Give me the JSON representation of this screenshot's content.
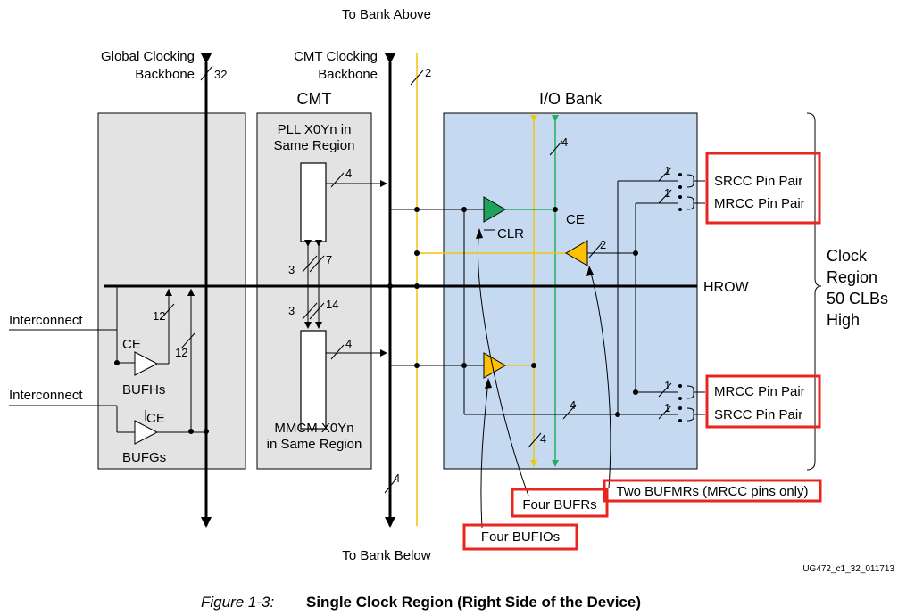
{
  "labels": {
    "to_bank_above": "To Bank Above",
    "to_bank_below": "To Bank Below",
    "global_clocking_line1": "Global Clocking",
    "global_clocking_line2": "Backbone",
    "global_bus_width": "32",
    "cmt_clocking_line1": "CMT Clocking",
    "cmt_clocking_line2": "Backbone",
    "cmt_bus_width": "2",
    "cmt_title": "CMT",
    "io_bank_title": "I/O Bank",
    "pll_line1": "PLL X0Yn in",
    "pll_line2": "Same Region",
    "mmcm_line1": "MMCM X0Yn",
    "mmcm_line2": "in Same Region",
    "pll_out_width": "4",
    "mmcm_out_width": "4",
    "pll_mmcm_down_a": "3",
    "pll_mmcm_down_b": "7",
    "pll_mmcm_up_a": "3",
    "pll_mmcm_up_b": "14",
    "io_top_bus_width": "4",
    "io_bottom_bus_width": "4",
    "io_left_bus_width": "4",
    "cmt_bottom_width": "4",
    "clr_label": "CLR",
    "ce_bufmr_label": "CE",
    "bufmr_width": "2",
    "srcc_pin_pair_top": "SRCC Pin Pair",
    "mrcc_pin_pair_top": "MRCC Pin Pair",
    "mrcc_pin_pair_bottom": "MRCC Pin Pair",
    "srcc_pin_pair_bottom": "SRCC Pin Pair",
    "pin_width_1": "1",
    "pin_width_2": "1",
    "pin_width_3": "1",
    "pin_width_4": "1",
    "hrow": "HROW",
    "clock_region_line1": "Clock",
    "clock_region_line2": "Region",
    "clock_region_line3": "50 CLBs",
    "clock_region_line4": "High",
    "interconnect_top": "Interconnect",
    "interconnect_bottom": "Interconnect",
    "ce_bufh": "CE",
    "ce_bufg": "CE",
    "bufh_label": "BUFHs",
    "bufg_label": "BUFGs",
    "bufh_width": "12",
    "bufg_width": "12",
    "callout_bufrs": "Four BUFRs",
    "callout_bufmrs": "Two BUFMRs (MRCC pins only)",
    "callout_bufios": "Four BUFIOs",
    "figure_id": "UG472_c1_32_011713"
  },
  "caption": {
    "number": "Figure 1-3:",
    "title": "Single Clock Region (Right Side of the Device)"
  },
  "colors": {
    "panel_gray": "#e3e3e3",
    "io_bank_blue": "#c5d9f1",
    "bufr_green": "#1fa35c",
    "buffer_yellow": "#ffc000",
    "yellow_line": "#f2c40a",
    "green_line": "#22b05b",
    "callout_red": "#e8251f"
  }
}
